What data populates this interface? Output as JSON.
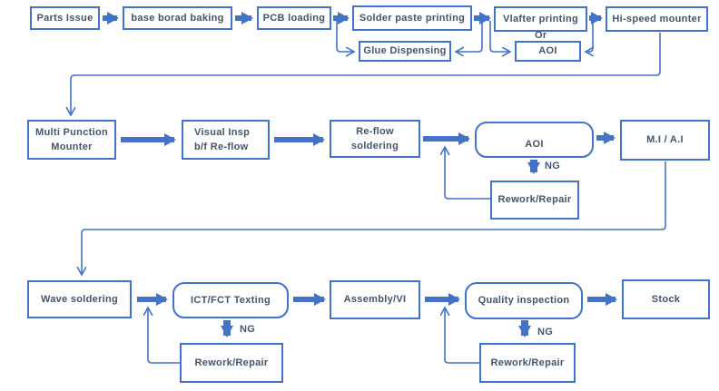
{
  "colors": {
    "accent_blue": "#4472C4",
    "text_color": "#44546A",
    "box_background": "#ffffff"
  },
  "flowchart": {
    "nodes": {
      "parts_issue": "Parts Issue",
      "base_borad_baking": "base borad baking",
      "pcb_loading": "PCB loading",
      "solder_paste_printing": "Solder paste printing",
      "vlafter_printing": "Vlafter printing",
      "hi_speed_mounter": "Hi-speed mounter",
      "glue_dispensing": "Glue Dispensing",
      "or_label": "Or",
      "aoi_inline": "AOI",
      "multi_punction_line1": "Multi Punction",
      "multi_punction_line2": "Mounter",
      "visual_insp_line1": "Visual Insp",
      "visual_insp_line2": "b/f Re-flow",
      "reflow_line1": "Re-flow",
      "reflow_line2": "soldering",
      "aoi_main": "AOI",
      "mi_ai": "M.I / A.I",
      "ng_reflow": "NG",
      "rework_repair_reflow": "Rework/Repair",
      "wave_soldering": "Wave soldering",
      "ict_fct_texting": "ICT/FCT Texting",
      "ng_ict": "NG",
      "rework_repair_ict": "Rework/Repair",
      "assembly_vi": "Assembly/VI",
      "quality_inspection": "Quality inspection",
      "ng_quality": "NG",
      "rework_repair_quality": "Rework/Repair",
      "stock": "Stock"
    }
  }
}
